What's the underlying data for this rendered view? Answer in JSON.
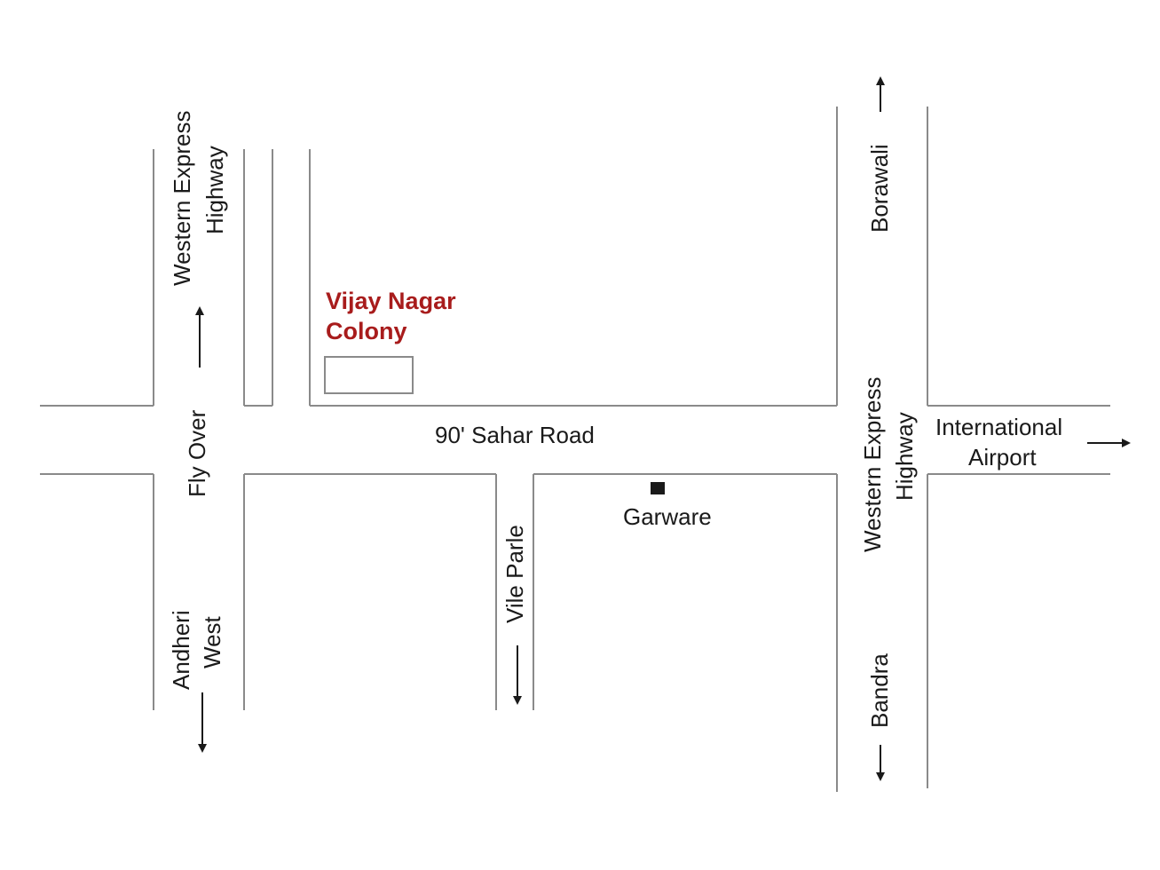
{
  "colors": {
    "road": "#8a8a8a",
    "text": "#1a1a1a",
    "highlight": "#a81c1c",
    "background": "#ffffff"
  },
  "labels": {
    "western_express_highway_left": [
      "Western Express",
      "Highway"
    ],
    "fly_over": "Fly Over",
    "andheri_west": [
      "Andheri",
      "West"
    ],
    "vijay_nagar_colony": [
      "Vijay Nagar",
      "Colony"
    ],
    "sahar_road": "90' Sahar Road",
    "vile_parle": "Vile Parle",
    "garware": "Garware",
    "borawali": "Borawali",
    "western_express_highway_right": [
      "Western Express",
      "Highway"
    ],
    "bandra": "Bandra",
    "international_airport": [
      "International",
      "Airport"
    ]
  },
  "icons": {
    "arrow": "arrow-icon",
    "landmark": "square-marker-icon"
  }
}
